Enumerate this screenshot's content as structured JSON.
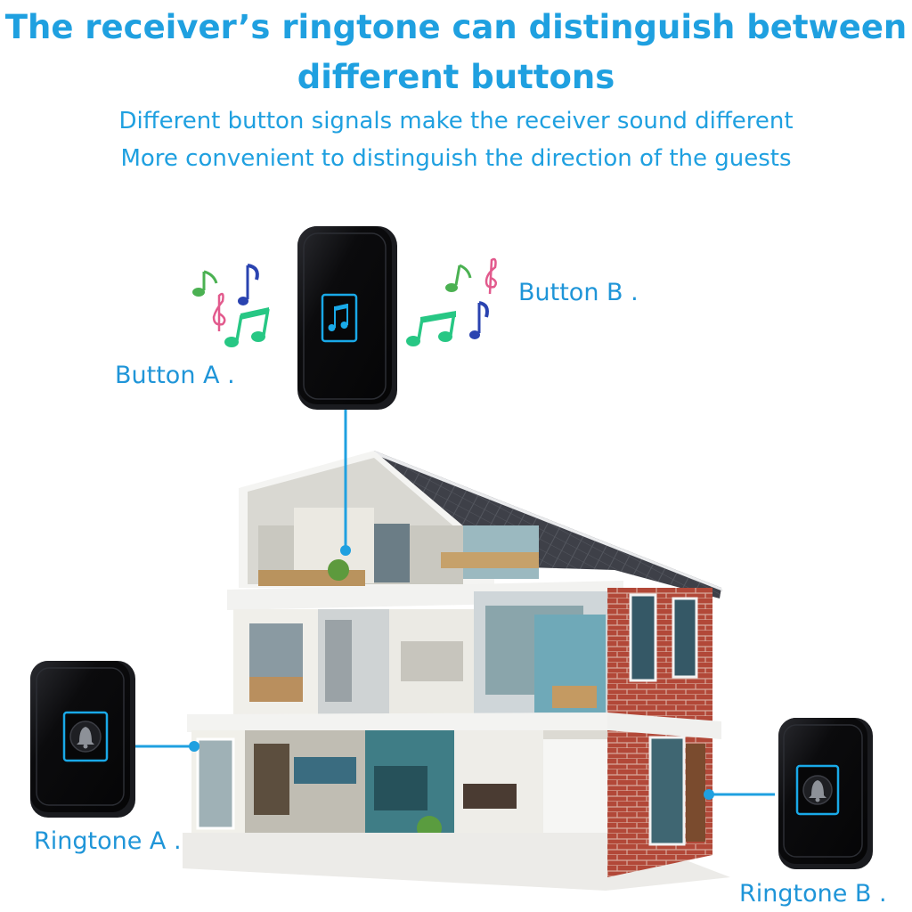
{
  "header": {
    "title_line1": "The receiver’s ringtone can distinguish between",
    "title_line2": "different buttons",
    "subtitle_line1": "Different button signals make the receiver sound different",
    "subtitle_line2": "More convenient to distinguish the direction of the guests"
  },
  "labels": {
    "button_a": "Button A .",
    "button_b": "Button B .",
    "ringtone_a": "Ringtone A .",
    "ringtone_b": "Ringtone B ."
  },
  "colors": {
    "accent": "#1fa0e0",
    "device_body": "#0c0c0e",
    "led_ring": "#19a9e8",
    "brick": "#b5473a",
    "roof": "#3d3f46"
  },
  "icons": {
    "receiver": "music-note-icon",
    "button": "bell-icon"
  }
}
